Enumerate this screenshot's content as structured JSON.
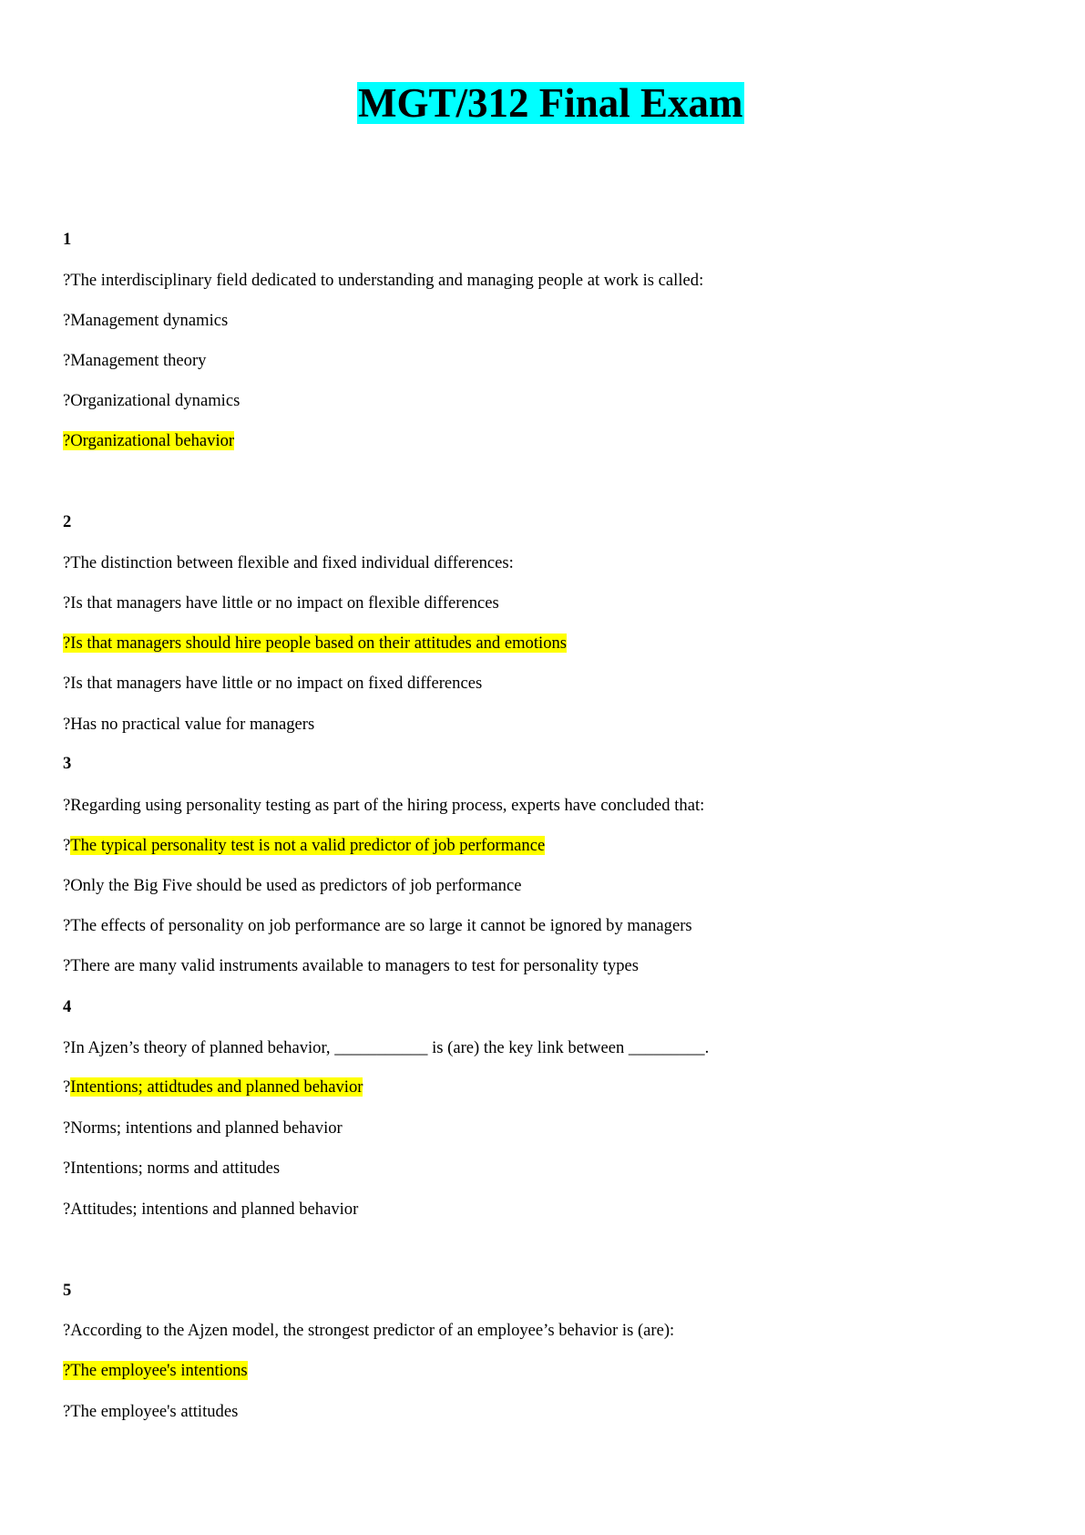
{
  "title": "MGT/312 Final Exam",
  "colors": {
    "title_highlight": "#00ffff",
    "answer_highlight": "#ffff00"
  },
  "questions": [
    {
      "number": "1",
      "prompt": "?The interdisciplinary field dedicated to understanding and managing people at work is called:",
      "options": [
        {
          "prefix": "",
          "text": "?Management dynamics",
          "correct": false
        },
        {
          "prefix": "",
          "text": "?Management theory",
          "correct": false
        },
        {
          "prefix": "",
          "text": "?Organizational dynamics",
          "correct": false
        },
        {
          "prefix": "",
          "text": "?Organizational behavior",
          "correct": true
        }
      ]
    },
    {
      "number": "2",
      "prompt": "?The distinction between flexible and fixed individual differences:",
      "options": [
        {
          "prefix": "",
          "text": "?Is that managers have little or no impact on flexible differences",
          "correct": false
        },
        {
          "prefix": "",
          "text": "?Is that managers should hire people based on their attitudes and emotions",
          "correct": true
        },
        {
          "prefix": "",
          "text": "?Is that managers have little or no impact on fixed differences",
          "correct": false
        },
        {
          "prefix": "",
          "text": "?Has no practical value for managers",
          "correct": false
        }
      ]
    },
    {
      "number": "3",
      "prompt": "?Regarding using personality testing as part of the hiring process, experts have concluded that:",
      "options": [
        {
          "prefix": "?",
          "text": "The typical personality test is not a valid predictor of job performance",
          "correct": true
        },
        {
          "prefix": "",
          "text": "?Only the Big Five should be used as predictors of job performance",
          "correct": false
        },
        {
          "prefix": "",
          "text": "?The effects of personality on job performance are so large it cannot be ignored by managers",
          "correct": false
        },
        {
          "prefix": "",
          "text": "?There are many valid instruments available to managers to test for personality types",
          "correct": false
        }
      ]
    },
    {
      "number": "4",
      "prompt": "?In Ajzen’s theory of planned behavior, ___________ is (are) the key link between _________.",
      "options": [
        {
          "prefix": "?",
          "text": "Intentions; attidtudes and planned behavior",
          "correct": true
        },
        {
          "prefix": "",
          "text": "?Norms; intentions and planned behavior",
          "correct": false
        },
        {
          "prefix": "",
          "text": "?Intentions; norms and attitudes",
          "correct": false
        },
        {
          "prefix": "",
          "text": "?Attitudes; intentions and planned behavior",
          "correct": false
        }
      ]
    },
    {
      "number": "5",
      "prompt": "?According to the Ajzen model, the strongest predictor of an employee’s behavior is (are):",
      "options": [
        {
          "prefix": "",
          "text": "?The employee's intentions",
          "correct": true
        },
        {
          "prefix": "",
          "text": "?The employee's attitudes",
          "correct": false
        }
      ]
    }
  ]
}
